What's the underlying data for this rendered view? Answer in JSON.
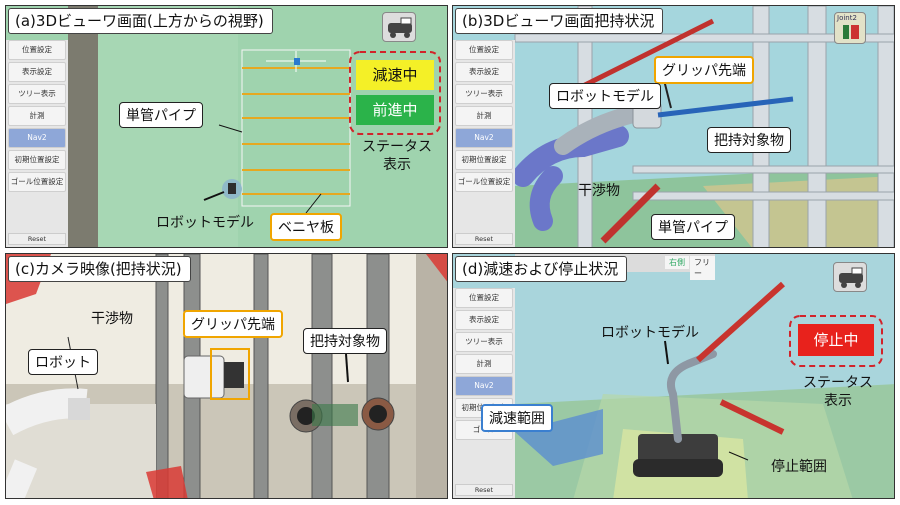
{
  "panel_a": {
    "title": "(a)3Dビューワ画面(上方からの視野)",
    "menu": [
      "位置設定",
      "表示設定",
      "ツリー表示",
      "計測",
      "Nav2",
      "初期位置設定",
      "ゴール位置設定"
    ],
    "reset": "Reset",
    "callouts": {
      "pipe": "単管パイプ",
      "robot_model": "ロボットモデル",
      "plywood": "ベニヤ板",
      "status_label": "ステータス\n表示"
    },
    "status": {
      "decel": "減速中",
      "forward": "前進中"
    },
    "colors": {
      "decel": "#f4f027",
      "forward": "#2bb34a",
      "bg": "#9fd3ae"
    }
  },
  "panel_b": {
    "title": "(b)3Dビューワ画面把持状況",
    "menu": [
      "位置設定",
      "表示設定",
      "ツリー表示",
      "計測",
      "Nav2",
      "初期位置設定",
      "ゴール位置設定"
    ],
    "reset": "Reset",
    "badge": "Joint2",
    "callouts": {
      "gripper_tip": "グリッパ先端",
      "robot_model": "ロボットモデル",
      "target": "把持対象物",
      "interference": "干渉物",
      "pipe": "単管パイプ"
    }
  },
  "panel_c": {
    "title": "(c)カメラ映像(把持状況)",
    "callouts": {
      "interference": "干渉物",
      "gripper_tip": "グリッパ先端",
      "target": "把持対象物",
      "robot": "ロボット"
    }
  },
  "panel_d": {
    "title": "(d)減速および停止状況",
    "tabs": [
      "右側",
      "フリー"
    ],
    "menu": [
      "位置設定",
      "表示設定",
      "ツリー表示",
      "計測",
      "Nav2",
      "初期位置設定",
      "ゴール"
    ],
    "reset": "Reset",
    "status": {
      "stop": "停止中"
    },
    "colors": {
      "stop": "#e8221c"
    },
    "callouts": {
      "robot_model": "ロボットモデル",
      "status_label": "ステータス\n表示",
      "decel_range": "減速範囲",
      "stop_range": "停止範囲"
    }
  }
}
